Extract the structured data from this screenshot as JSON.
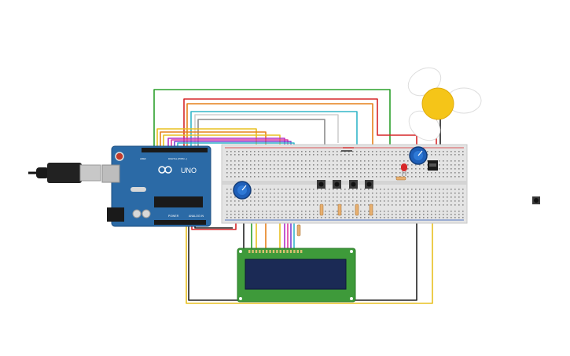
{
  "arduino": {
    "brand_text": "UNO",
    "digital_label": "DIGITAL (PWM ~)",
    "power_label": "POWER",
    "analog_label": "ANALOG IN",
    "aref_label": "AREF"
  },
  "colors": {
    "arduino_board": "#2b6aa6",
    "breadboard": "#e4e4e4",
    "lcd_board": "#3e9a3a",
    "lcd_screen": "#1b2a55",
    "fan_center": "#f5c518",
    "wire_green": "#2ca02c",
    "wire_red": "#d62728",
    "wire_orange": "#e6801a",
    "wire_cyan": "#33b5c9",
    "wire_gray": "#8c8c8c",
    "wire_black": "#222222",
    "wire_yellow": "#e8c020",
    "wire_purple": "#b22fc4",
    "wire_magenta": "#e0399c"
  },
  "components": [
    "usb-cable-icon",
    "arduino-uno-board",
    "breadboard",
    "potentiometer-left",
    "potentiometer-right",
    "pushbutton",
    "red-led",
    "resistor",
    "transistor",
    "dc-fan",
    "lcd-16x2",
    "loose-pushbutton"
  ]
}
